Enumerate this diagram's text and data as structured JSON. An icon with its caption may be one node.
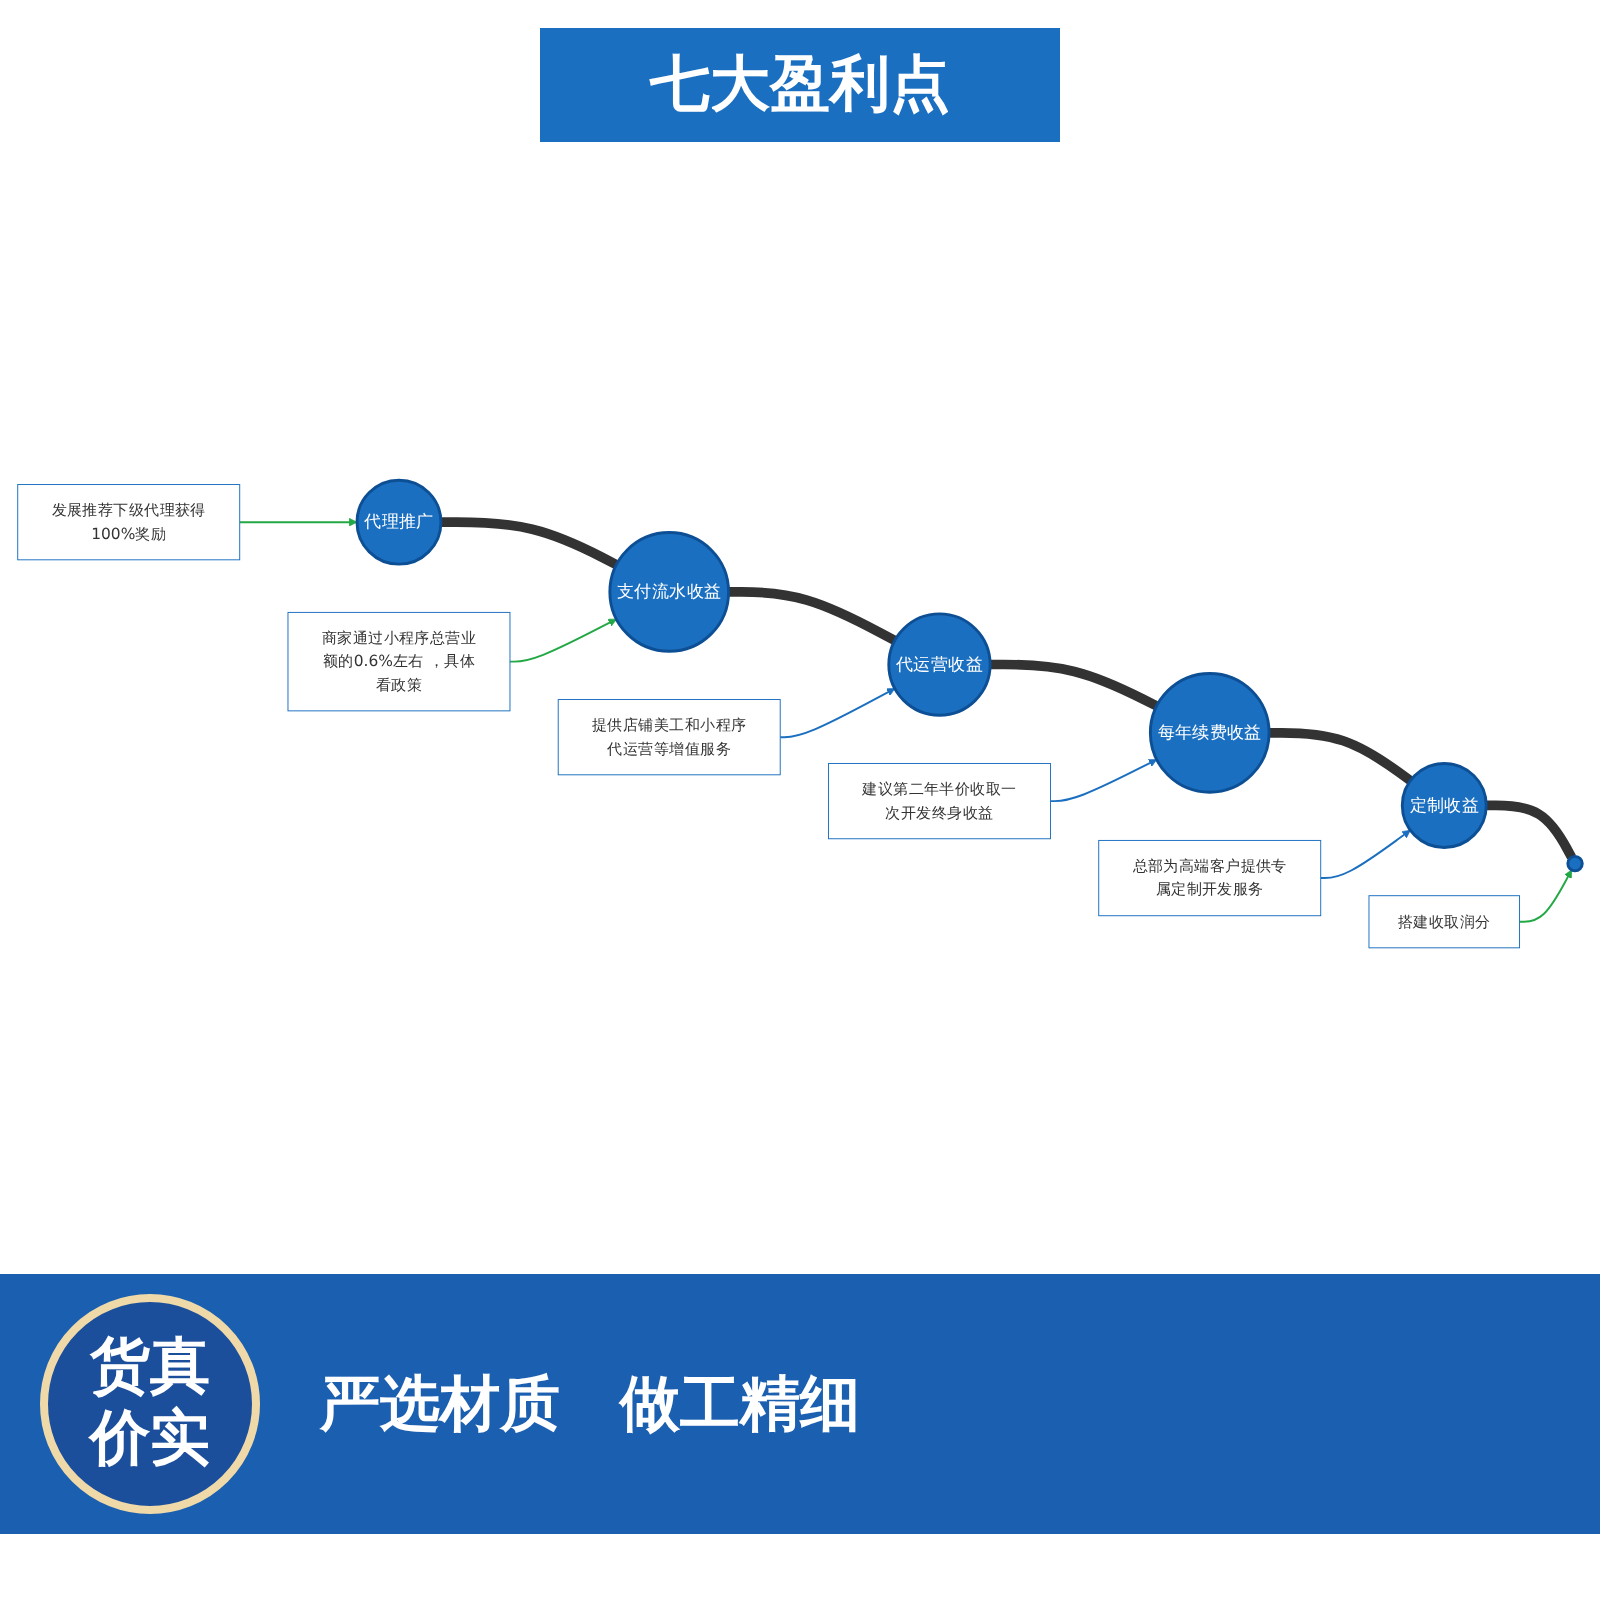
{
  "diagram": {
    "title": "七大盈利点",
    "nodes": [
      {
        "text": [
          "商家通过小程序总营业额的0.6%左右 ，具体看政策"
        ]
      },
      {
        "text": [
          "建议第二年半价收取一次开发终身收益"
        ]
      },
      {
        "text": [
          "搭建收取润分"
        ]
      },
      {
        "text": [
          "代理推广"
        ]
      },
      {
        "text": [
          "支付流水收益"
        ]
      },
      {
        "text": [
          "代运营收益"
        ]
      },
      {
        "text": [
          "每年续费收益"
        ]
      },
      {
        "text": [
          "定制收益"
        ]
      },
      {
        "text": [],
        "shape": "circle"
      },
      {
        "text": [
          "发展推荐下级代理获得100%奖励"
        ]
      },
      {
        "text": [
          "提供店铺美工和小程序代运营等增值服务"
        ]
      },
      {
        "text": [
          "总部为高端客户提供专属定制开发服务"
        ]
      }
    ],
    "edges": [
      {
        "from": 3,
        "to": 4,
        "arrow": "none",
        "style": "thick"
      },
      {
        "from": 4,
        "to": 5,
        "arrow": "none",
        "style": "thick"
      },
      {
        "from": 5,
        "to": 6,
        "arrow": "none",
        "style": "thick"
      },
      {
        "from": 6,
        "to": 7,
        "arrow": "none",
        "style": "thick"
      },
      {
        "from": 7,
        "to": 8,
        "arrow": "none",
        "style": "thick"
      },
      {
        "from": 0,
        "to": 4,
        "arrow": "to",
        "color": "#22a845"
      },
      {
        "from": 1,
        "to": 6,
        "arrow": "to",
        "color": "#1b6fc0"
      },
      {
        "from": 2,
        "to": 8,
        "arrow": "to",
        "color": "#22a845"
      },
      {
        "from": 9,
        "to": 3,
        "arrow": "to",
        "color": "#22a845"
      },
      {
        "from": 10,
        "to": 5,
        "arrow": "to",
        "color": "#1b6fc0"
      },
      {
        "from": 11,
        "to": 7,
        "arrow": "to",
        "color": "#1b6fc0"
      }
    ],
    "labels": [
      "货真价实",
      "严选材质",
      "做工精细"
    ]
  }
}
